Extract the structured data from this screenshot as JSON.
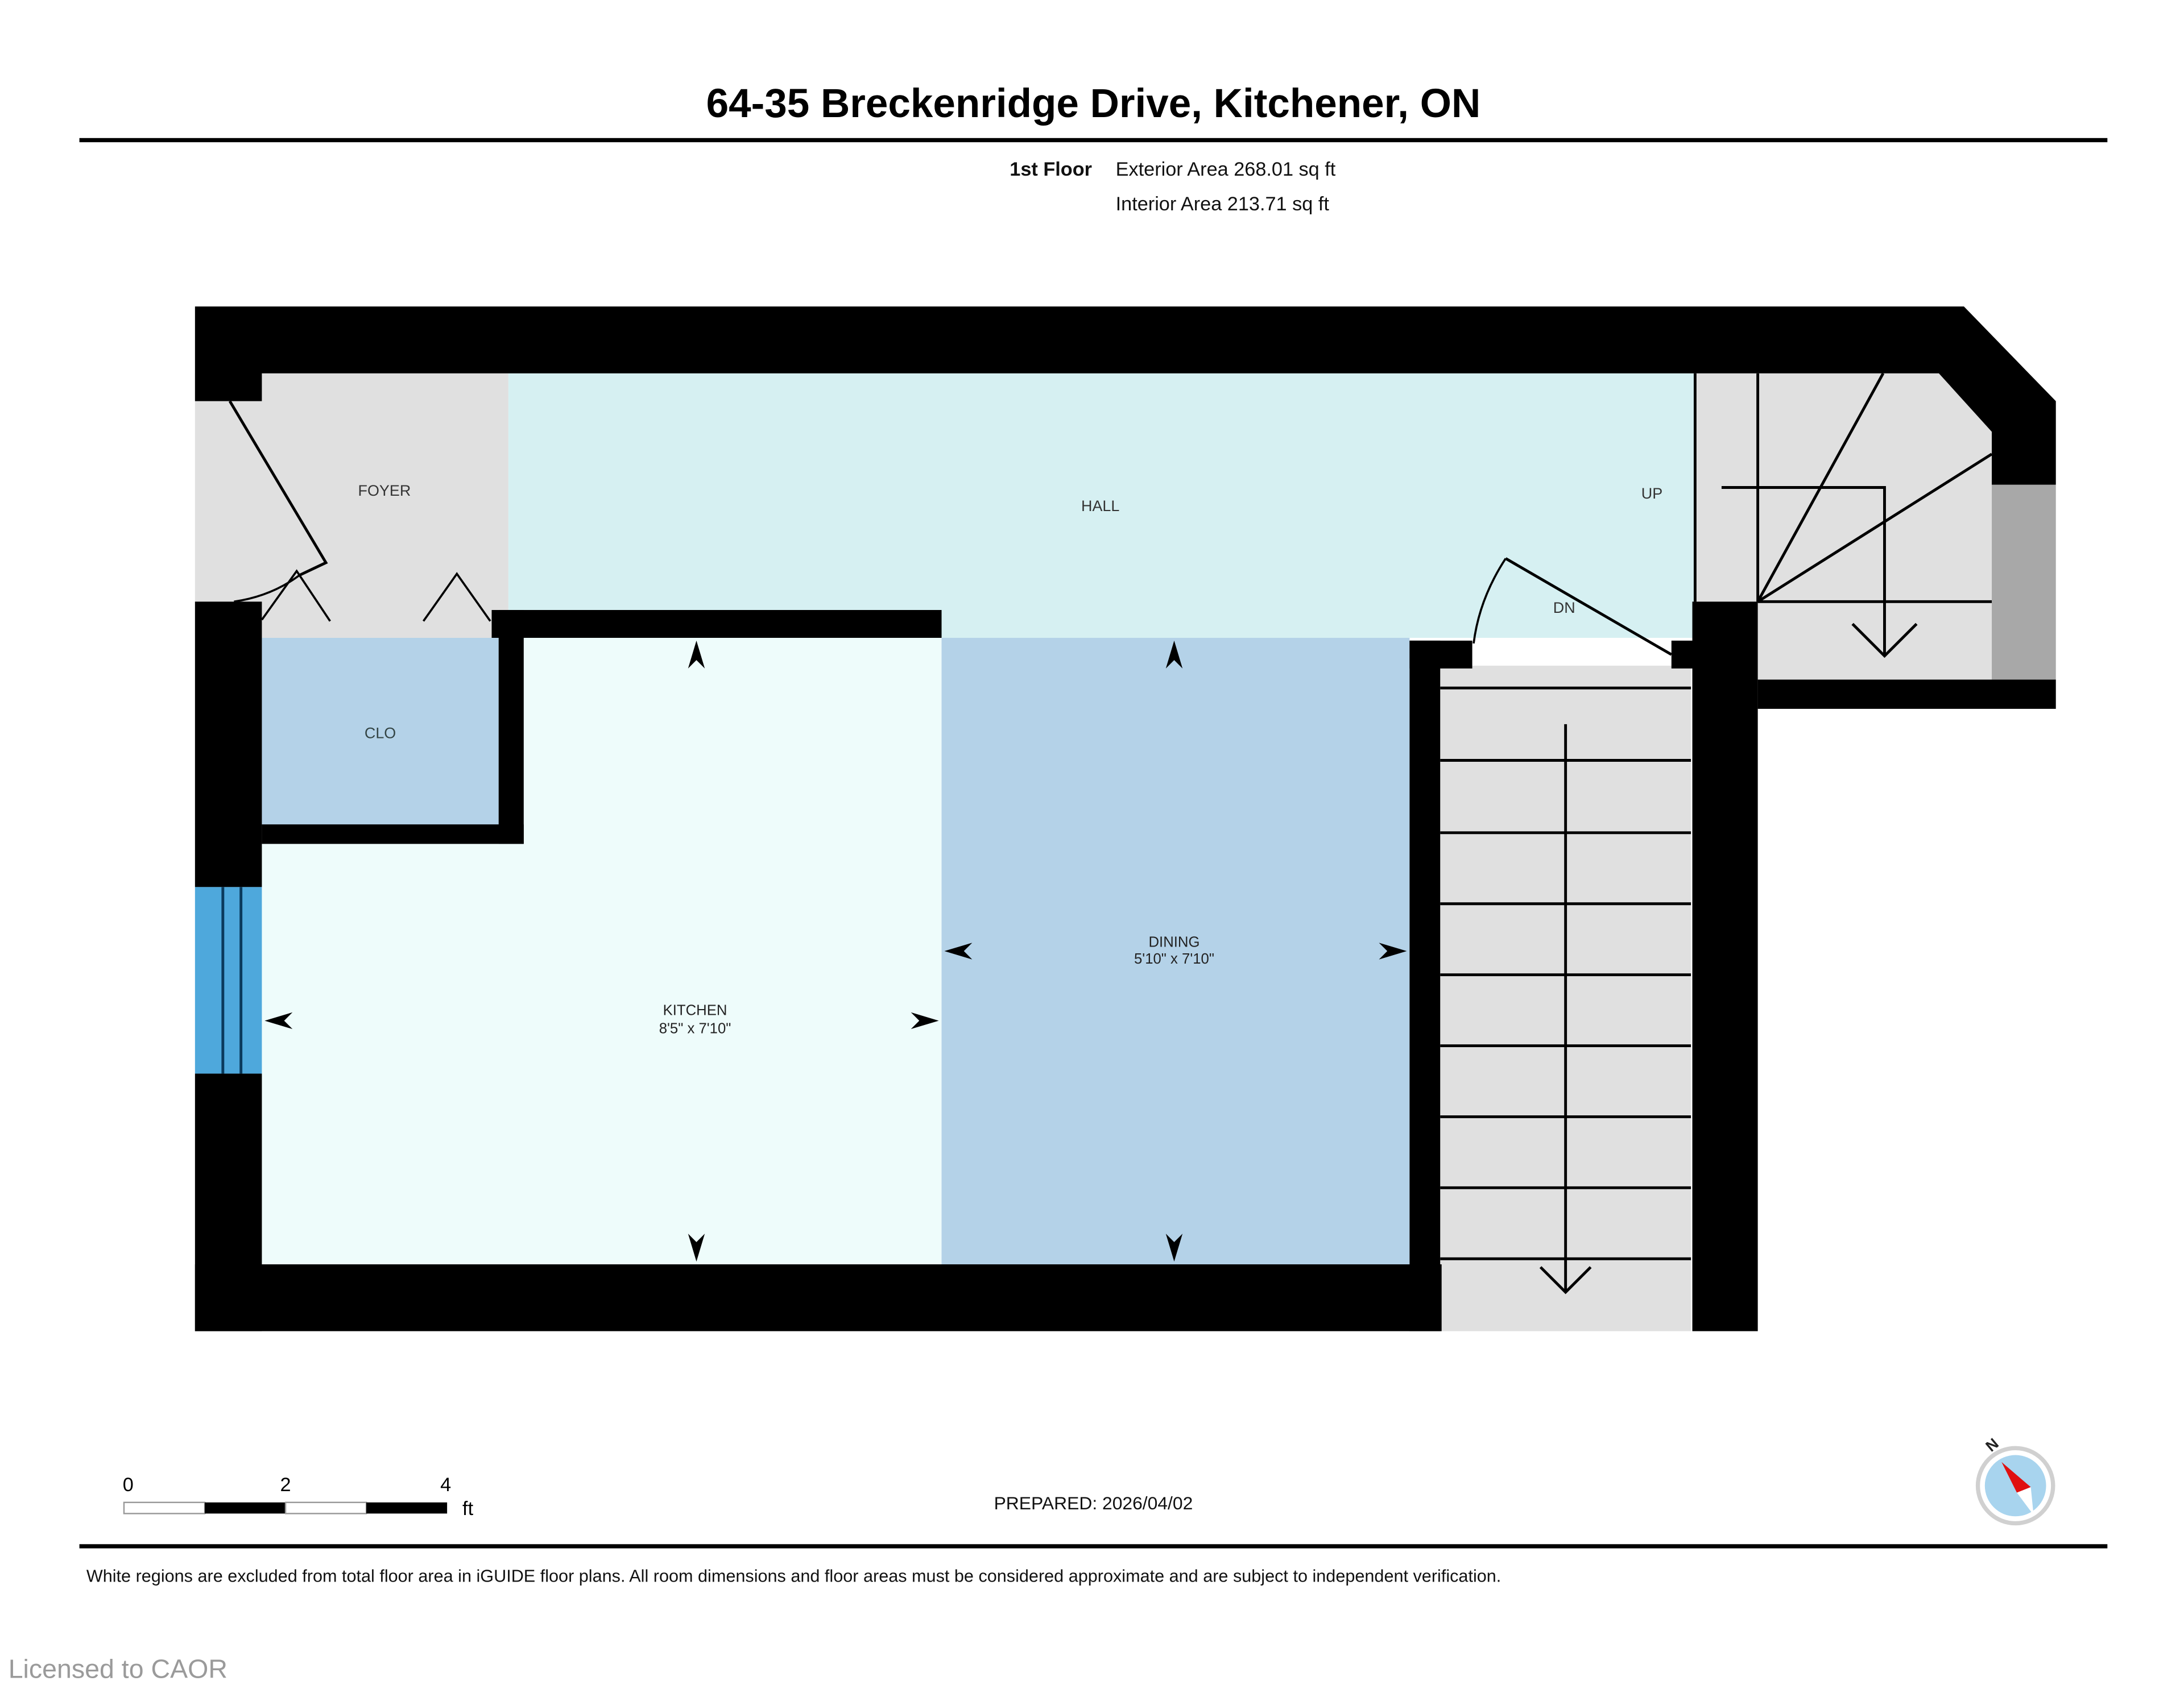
{
  "header": {
    "title": "64-35 Breckenridge Drive, Kitchener, ON",
    "floor_label": "1st Floor",
    "exterior_area": "Exterior Area 268.01 sq ft",
    "interior_area": "Interior Area 213.71 sq ft"
  },
  "rooms": {
    "foyer": {
      "name": "FOYER"
    },
    "hall": {
      "name": "HALL"
    },
    "closet": {
      "name": "CLO"
    },
    "kitchen": {
      "name": "KITCHEN",
      "dims": "8'5\" x 7'10\""
    },
    "dining": {
      "name": "DINING",
      "dims": "5'10\" x 7'10\""
    },
    "stairs_up": {
      "label": "UP"
    },
    "stairs_down": {
      "label": "DN"
    }
  },
  "scale_bar": {
    "ticks": [
      "0",
      "2",
      "4"
    ],
    "unit": "ft"
  },
  "prepared": "PREPARED: 2026/04/02",
  "compass": {
    "north": "N"
  },
  "footer": {
    "disclaimer": "White regions are excluded from total floor area in iGUIDE floor plans. All room dimensions and floor areas must be considered approximate and are subject to independent verification.",
    "license": "Licensed to CAOR"
  },
  "colors": {
    "wall": "#000000",
    "foyer": "#e0e0e0",
    "hall": "#d6f0f2",
    "closet": "#b4d2e8",
    "kitchen": "#eefcfb",
    "dining": "#b4d2e8",
    "stairs": "#e0e0e0",
    "window": "#4ea8dc",
    "compass_red": "#e01010"
  }
}
